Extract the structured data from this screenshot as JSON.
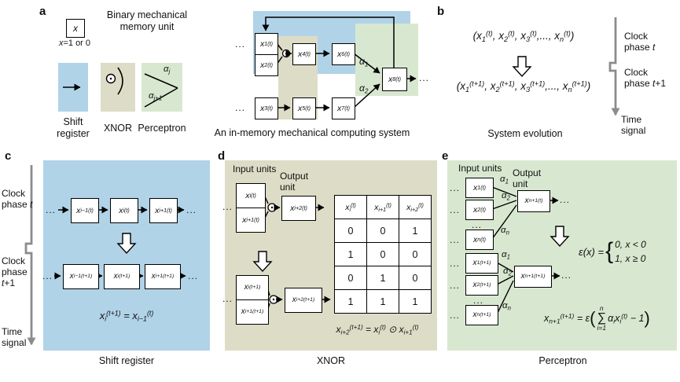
{
  "colors": {
    "blue": "#b0d3e8",
    "tan": "#dddcc6",
    "green": "#d8e8d0",
    "axis_gray": "#8c8c8c"
  },
  "panels": {
    "a": {
      "label": "a",
      "memory": {
        "title": "Binary mechanical memory unit",
        "symbol": "x",
        "caption": "*x*=1 or 0"
      },
      "legend": {
        "shift_label": "Shift register",
        "xnor_label": "XNOR",
        "perceptron_label": "Perceptron",
        "w_top": "α_{j}",
        "w_bottom": "α_{j+1}"
      },
      "system": {
        "caption": "An in-memory mechanical computing system",
        "dots": "...",
        "x1": "x_{1}^{(t)}",
        "x2": "x_{2}^{(t)}",
        "x3": "x_{3}^{(t)}",
        "x4": "x_{4}^{(t)}",
        "x5": "x_{5}^{(t)}",
        "x6": "x_{6}^{(t)}",
        "x7": "x_{7}^{(t)}",
        "x8": "x_{8}^{(t)}",
        "a1": "α_{1}",
        "a2": "α_{2}"
      }
    },
    "b": {
      "label": "b",
      "state_t": "(x_{1}^{(t)}, x_{2}^{(t)}, x_{3}^{(t)},..., x_{n}^{(t)})",
      "state_t1": "(x_{1}^{(t+1)}, x_{2}^{(t+1)}, x_{3}^{(t+1)},..., x_{n}^{(t+1)})",
      "caption": "System evolution",
      "clock_t": "Clock phase *t*",
      "clock_t1": "Clock phase *t*+1",
      "time_signal": "Time signal"
    },
    "c": {
      "label": "c",
      "clock_t": "Clock phase *t*",
      "clock_t1": "Clock phase *t*+1",
      "time_signal": "Time signal",
      "dots": "...",
      "row_t": [
        "x_{i−1}^{(t)}",
        "x_{i}^{(t)}",
        "x_{i+1}^{(t)}"
      ],
      "row_t1": [
        "x_{i−1}^{(t+1)}",
        "x_{i}^{(t+1)}",
        "x_{i+1}^{(t+1)}"
      ],
      "equation": "x_{i}^{(t+1)} = x_{i−1}^{(t)}",
      "caption": "Shift register"
    },
    "d": {
      "label": "d",
      "input_label": "Input units",
      "output_label": "Output unit",
      "dots": "...",
      "in_t": [
        "x_{i}^{(t)}",
        "x_{i+1}^{(t)}"
      ],
      "out_t": "x_{i+2}^{(t)}",
      "in_t1": [
        "x_{i}^{(t+1)}",
        "x_{i+1}^{(t+1)}"
      ],
      "out_t1": "x_{i+2}^{(t+1)}",
      "table": {
        "headers": [
          "x_{i}^{(t)}",
          "x_{i+1}^{(t)}",
          "x_{i+2}^{(t)}"
        ],
        "rows": [
          [
            "0",
            "0",
            "1"
          ],
          [
            "1",
            "0",
            "0"
          ],
          [
            "0",
            "1",
            "0"
          ],
          [
            "1",
            "1",
            "1"
          ]
        ]
      },
      "equation": "x_{i+2}^{(t+1)} = x_{i}^{(t)} ⊙ x_{i+1}^{(t)}",
      "caption": "XNOR"
    },
    "e": {
      "label": "e",
      "input_label": "Input units",
      "output_label": "Output unit",
      "dots": "...",
      "mid_dots": "...",
      "in_t": [
        "x_{1}^{(t)}",
        "x_{2}^{(t)}",
        "x_{n}^{(t)}"
      ],
      "out_t": "x_{n+1}^{(t)}",
      "in_t1": [
        "x_{1}^{(t+1)}",
        "x_{2}^{(t+1)}",
        "x_{n}^{(t+1)}"
      ],
      "out_t1": "x_{n+1}^{(t+1)}",
      "w1": "α_{1}",
      "w2": "α_{2}",
      "wn": "α_{n}",
      "epsilon": {
        "lhs": "ε(x) = ",
        "case1": "0, x < 0",
        "case2": "1, x ≥ 0"
      },
      "equation": {
        "lhs": "x_{n+1}^{(t+1)} = ε",
        "open": "(",
        "sum_top": "n",
        "sum": "∑",
        "sum_bottom": "i=1",
        "rhs": "α_{i}x_{i}^{(t)} − 1",
        "close": ")"
      },
      "caption": "Perceptron"
    }
  }
}
